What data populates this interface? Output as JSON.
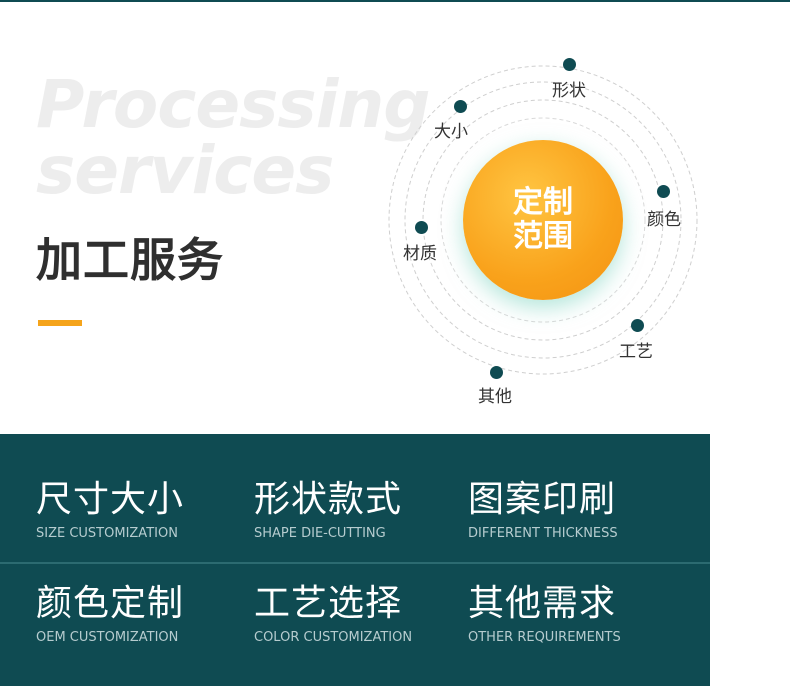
{
  "watermark": {
    "line1": "Processing",
    "line2": "services"
  },
  "section": {
    "title": "加工服务"
  },
  "hub": {
    "line1": "定制",
    "line2": "范围"
  },
  "orbit_items": [
    {
      "label": "形状"
    },
    {
      "label": "大小"
    },
    {
      "label": "颜色"
    },
    {
      "label": "材质"
    },
    {
      "label": "工艺"
    },
    {
      "label": "其他"
    }
  ],
  "features": [
    {
      "title": "尺寸大小",
      "subtitle": "SIZE CUSTOMIZATION"
    },
    {
      "title": "形状款式",
      "subtitle": "SHAPE DIE-CUTTING"
    },
    {
      "title": "图案印刷",
      "subtitle": "DIFFERENT THICKNESS"
    },
    {
      "title": "颜色定制",
      "subtitle": "OEM CUSTOMIZATION"
    },
    {
      "title": "工艺选择",
      "subtitle": "COLOR CUSTOMIZATION"
    },
    {
      "title": "其他需求",
      "subtitle": "OTHER REQUIREMENTS"
    }
  ],
  "colors": {
    "accent": "#f5a41b",
    "panel": "#0f4b52",
    "watermark": "#ededed"
  }
}
